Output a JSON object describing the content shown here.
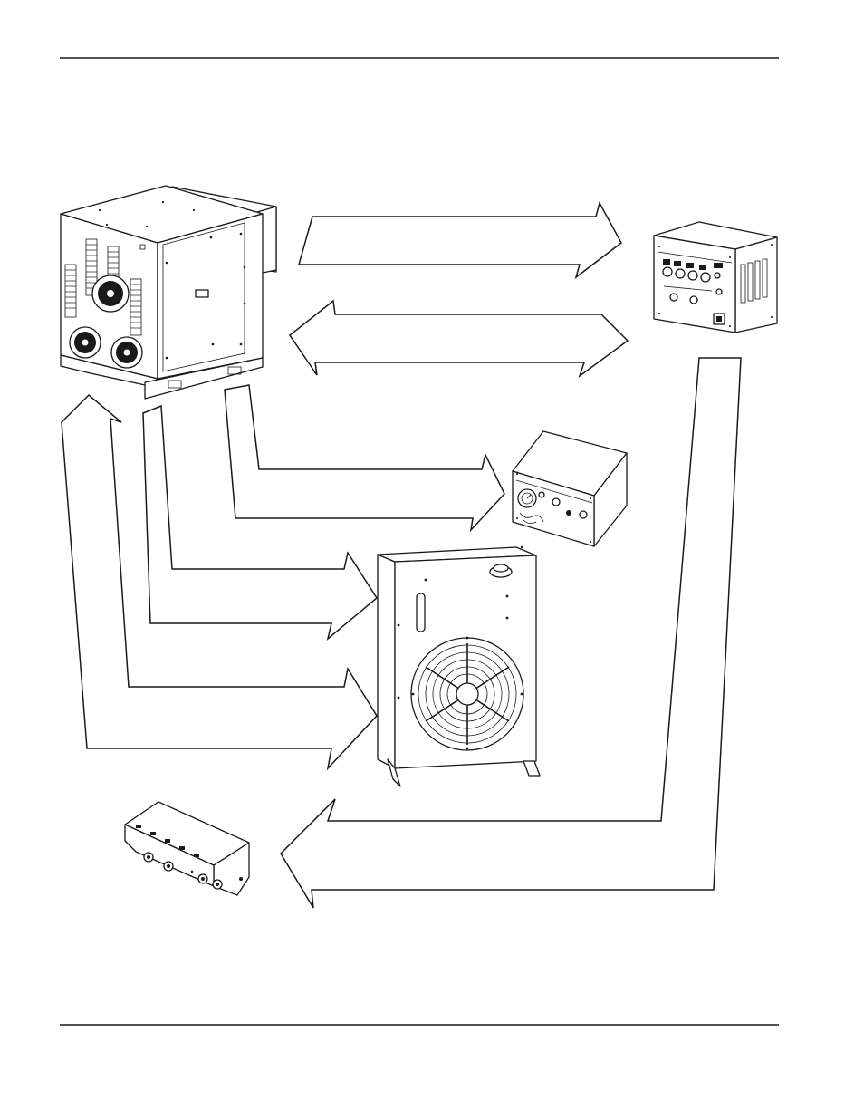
{
  "page": {
    "rule_color": "#1a1a1a",
    "background": "#ffffff"
  },
  "components": [
    {
      "id": "power-supply",
      "icon": "power-supply-unit-icon"
    },
    {
      "id": "cnc-interface",
      "icon": "control-console-icon"
    },
    {
      "id": "gas-console",
      "icon": "gas-console-icon"
    },
    {
      "id": "cooler",
      "icon": "cooler-unit-icon"
    },
    {
      "id": "torch-distribution-box",
      "icon": "connector-box-icon"
    }
  ],
  "connections": [
    {
      "id": "a1",
      "from": "power-supply",
      "to": "cnc-interface",
      "style": "single-arrow"
    },
    {
      "id": "a2",
      "from": "cnc-interface",
      "to": "power-supply",
      "style": "single-arrow"
    },
    {
      "id": "a3",
      "from": "power-supply",
      "to": "gas-console",
      "style": "elbow-arrow"
    },
    {
      "id": "a4",
      "from": "power-supply",
      "to": "gas-console",
      "style": "elbow-arrow"
    },
    {
      "id": "a5",
      "from": "power-supply",
      "to": "cooler",
      "style": "elbow-arrow"
    },
    {
      "id": "a6",
      "from": "power-supply",
      "to": "cooler",
      "style": "elbow-arrow"
    },
    {
      "id": "a7",
      "from": "power-supply",
      "to": "cooler",
      "style": "elbow-arrow"
    },
    {
      "id": "a8",
      "from": "cooler",
      "to": "power-supply",
      "style": "elbow-arrow"
    },
    {
      "id": "a9",
      "from": "cnc-interface",
      "to": "torch-distribution-box",
      "style": "elbow-arrow"
    },
    {
      "id": "a10",
      "from": "cnc-interface",
      "to": "torch-distribution-box",
      "style": "elbow-arrow"
    }
  ]
}
